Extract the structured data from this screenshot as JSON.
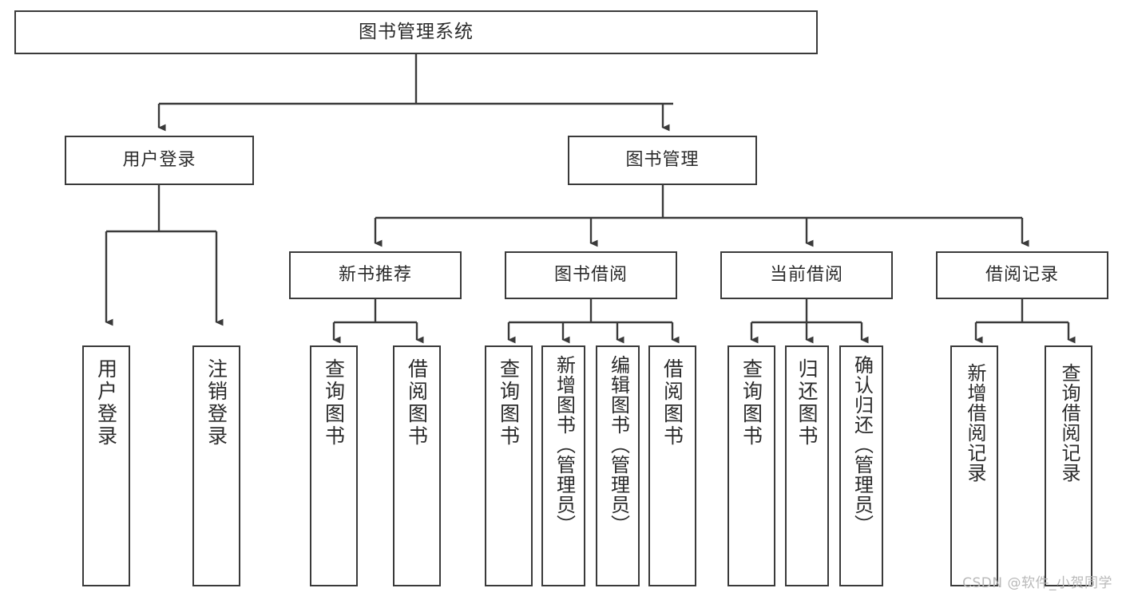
{
  "diagram": {
    "title": "图书管理系统",
    "type": "tree-hierarchy-diagram",
    "colors": {
      "border": "#3a3a3a",
      "background": "#ffffff",
      "text": "#2b2b2b",
      "watermark": "#b9b9b9"
    },
    "root": {
      "label": "图书管理系统"
    },
    "level2": [
      {
        "label": "用户登录"
      },
      {
        "label": "图书管理"
      }
    ],
    "level3": [
      {
        "label": "新书推荐"
      },
      {
        "label": "图书借阅"
      },
      {
        "label": "当前借阅"
      },
      {
        "label": "借阅记录"
      }
    ],
    "leaves": {
      "user_login": [
        {
          "label": "用户登录"
        },
        {
          "label": "注销登录"
        }
      ],
      "new_book_recommend": [
        {
          "label": "查询图书"
        },
        {
          "label": "借阅图书"
        }
      ],
      "book_borrow": [
        {
          "label": "查询图书"
        },
        {
          "label": "新增图书（管理员）"
        },
        {
          "label": "编辑图书（管理员）"
        },
        {
          "label": "借阅图书"
        }
      ],
      "current_borrow": [
        {
          "label": "查询图书"
        },
        {
          "label": "归还图书"
        },
        {
          "label": "确认归还（管理员）"
        }
      ],
      "borrow_record": [
        {
          "label": "新增借阅记录"
        },
        {
          "label": "查询借阅记录"
        }
      ]
    }
  },
  "watermark": {
    "text": "CSDN @软件_小贺同学"
  }
}
